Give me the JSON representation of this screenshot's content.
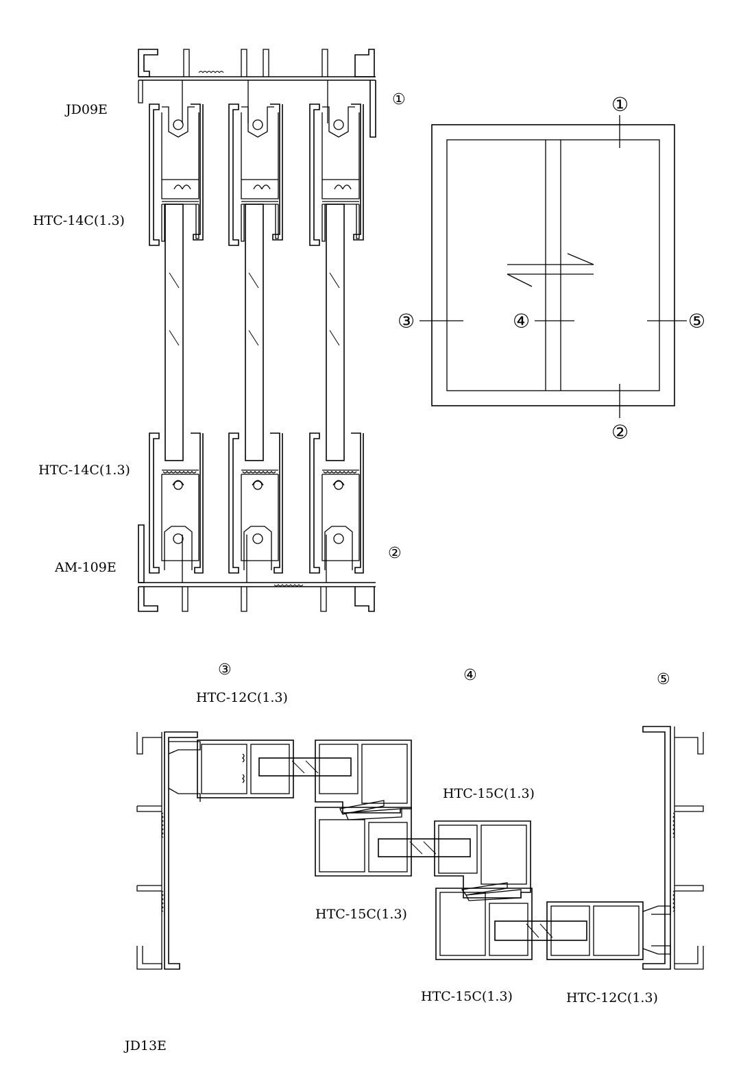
{
  "top_section": {
    "labels": {
      "top_frame": "JD09E",
      "sash_top": "HTC-14C(1.3)",
      "sash_bottom": "HTC-14C(1.3)",
      "bottom_frame": "AM-109E"
    },
    "markers": {
      "top": "①",
      "bottom": "②"
    }
  },
  "elevation": {
    "markers": {
      "top": "①",
      "bottom": "②",
      "left": "③",
      "middle": "④",
      "right": "⑤"
    }
  },
  "bottom_section": {
    "markers": {
      "left": "③",
      "middle": "④",
      "right": "⑤"
    },
    "labels": {
      "left_sash": "HTC-12C(1.3)",
      "upper_middle": "HTC-15C(1.3)",
      "lower_middle": "HTC-15C(1.3)",
      "lower_right_a": "HTC-15C(1.3)",
      "lower_right_b": "HTC-12C(1.3)",
      "frame": "JD13E"
    }
  }
}
